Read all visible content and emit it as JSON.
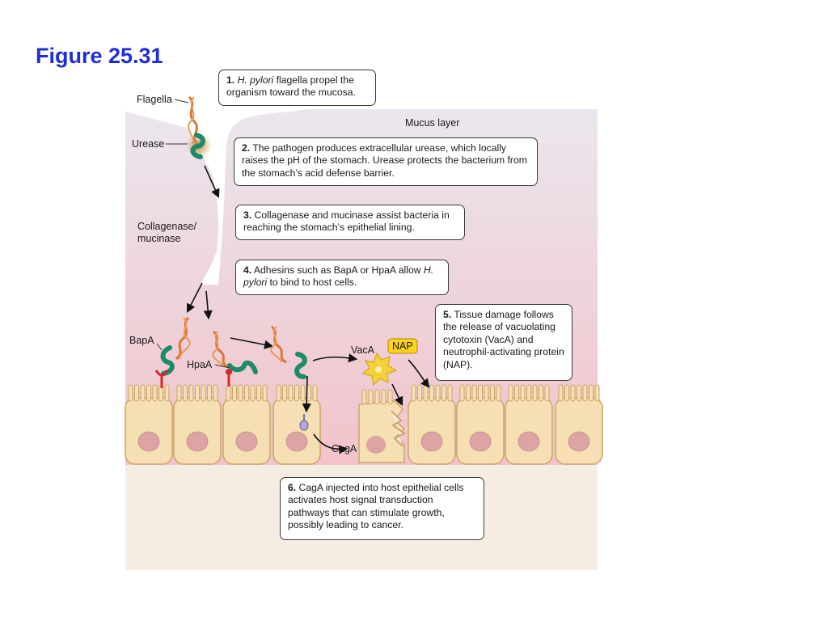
{
  "figure_title": "Figure 25.31",
  "labels": {
    "flagella": "Flagella",
    "urease": "Urease",
    "mucus_layer": "Mucus layer",
    "collagenase_1": "Collagenase/",
    "collagenase_2": "mucinase",
    "bapa": "BapA",
    "hpaa": "HpaA",
    "vaca": "VacA",
    "nap": "NAP",
    "caga": "CagA"
  },
  "steps": [
    {
      "num": "1.",
      "t1": "",
      "italic": "H. pylori",
      "t2": " flagella propel the organism toward the mucosa."
    },
    {
      "num": "2.",
      "t1": " The pathogen produces extracellular urease, which locally raises the pH of the stomach. Urease protects the bacterium from the stomach’s acid defense barrier.",
      "italic": "",
      "t2": ""
    },
    {
      "num": "3.",
      "t1": " Collagenase and mucinase assist bacteria in reaching the stomach’s epithelial lining.",
      "italic": "",
      "t2": ""
    },
    {
      "num": "4.",
      "t1": " Adhesins such as BapA or HpaA allow ",
      "italic": "H. pylori",
      "t2": " to bind to host cells."
    },
    {
      "num": "5.",
      "t1": " Tissue damage follows the release of vacuolating cytotoxin (VacA) and neutrophil-activating protein (NAP).",
      "italic": "",
      "t2": ""
    },
    {
      "num": "6.",
      "t1": " CagA injected into host epithelial cells activates host signal transduction pathways that can stimulate growth, possibly leading to cancer.",
      "italic": "",
      "t2": ""
    }
  ],
  "colors": {
    "title": "#1f2fd6",
    "mucosa_top": "#e8e4ec",
    "mucosa_bottom": "#f3c6cc",
    "cell_fill": "#f6dfb2",
    "cell_stroke": "#c9a56a",
    "nucleus": "#dca4a2",
    "bacterium": "#1f8a6a",
    "flagella": "#e0884a",
    "adhesin": "#d2282e",
    "vaca": "#f3d23a",
    "nap_box": "#ffd21f",
    "submucosa": "#f5ebdf"
  }
}
